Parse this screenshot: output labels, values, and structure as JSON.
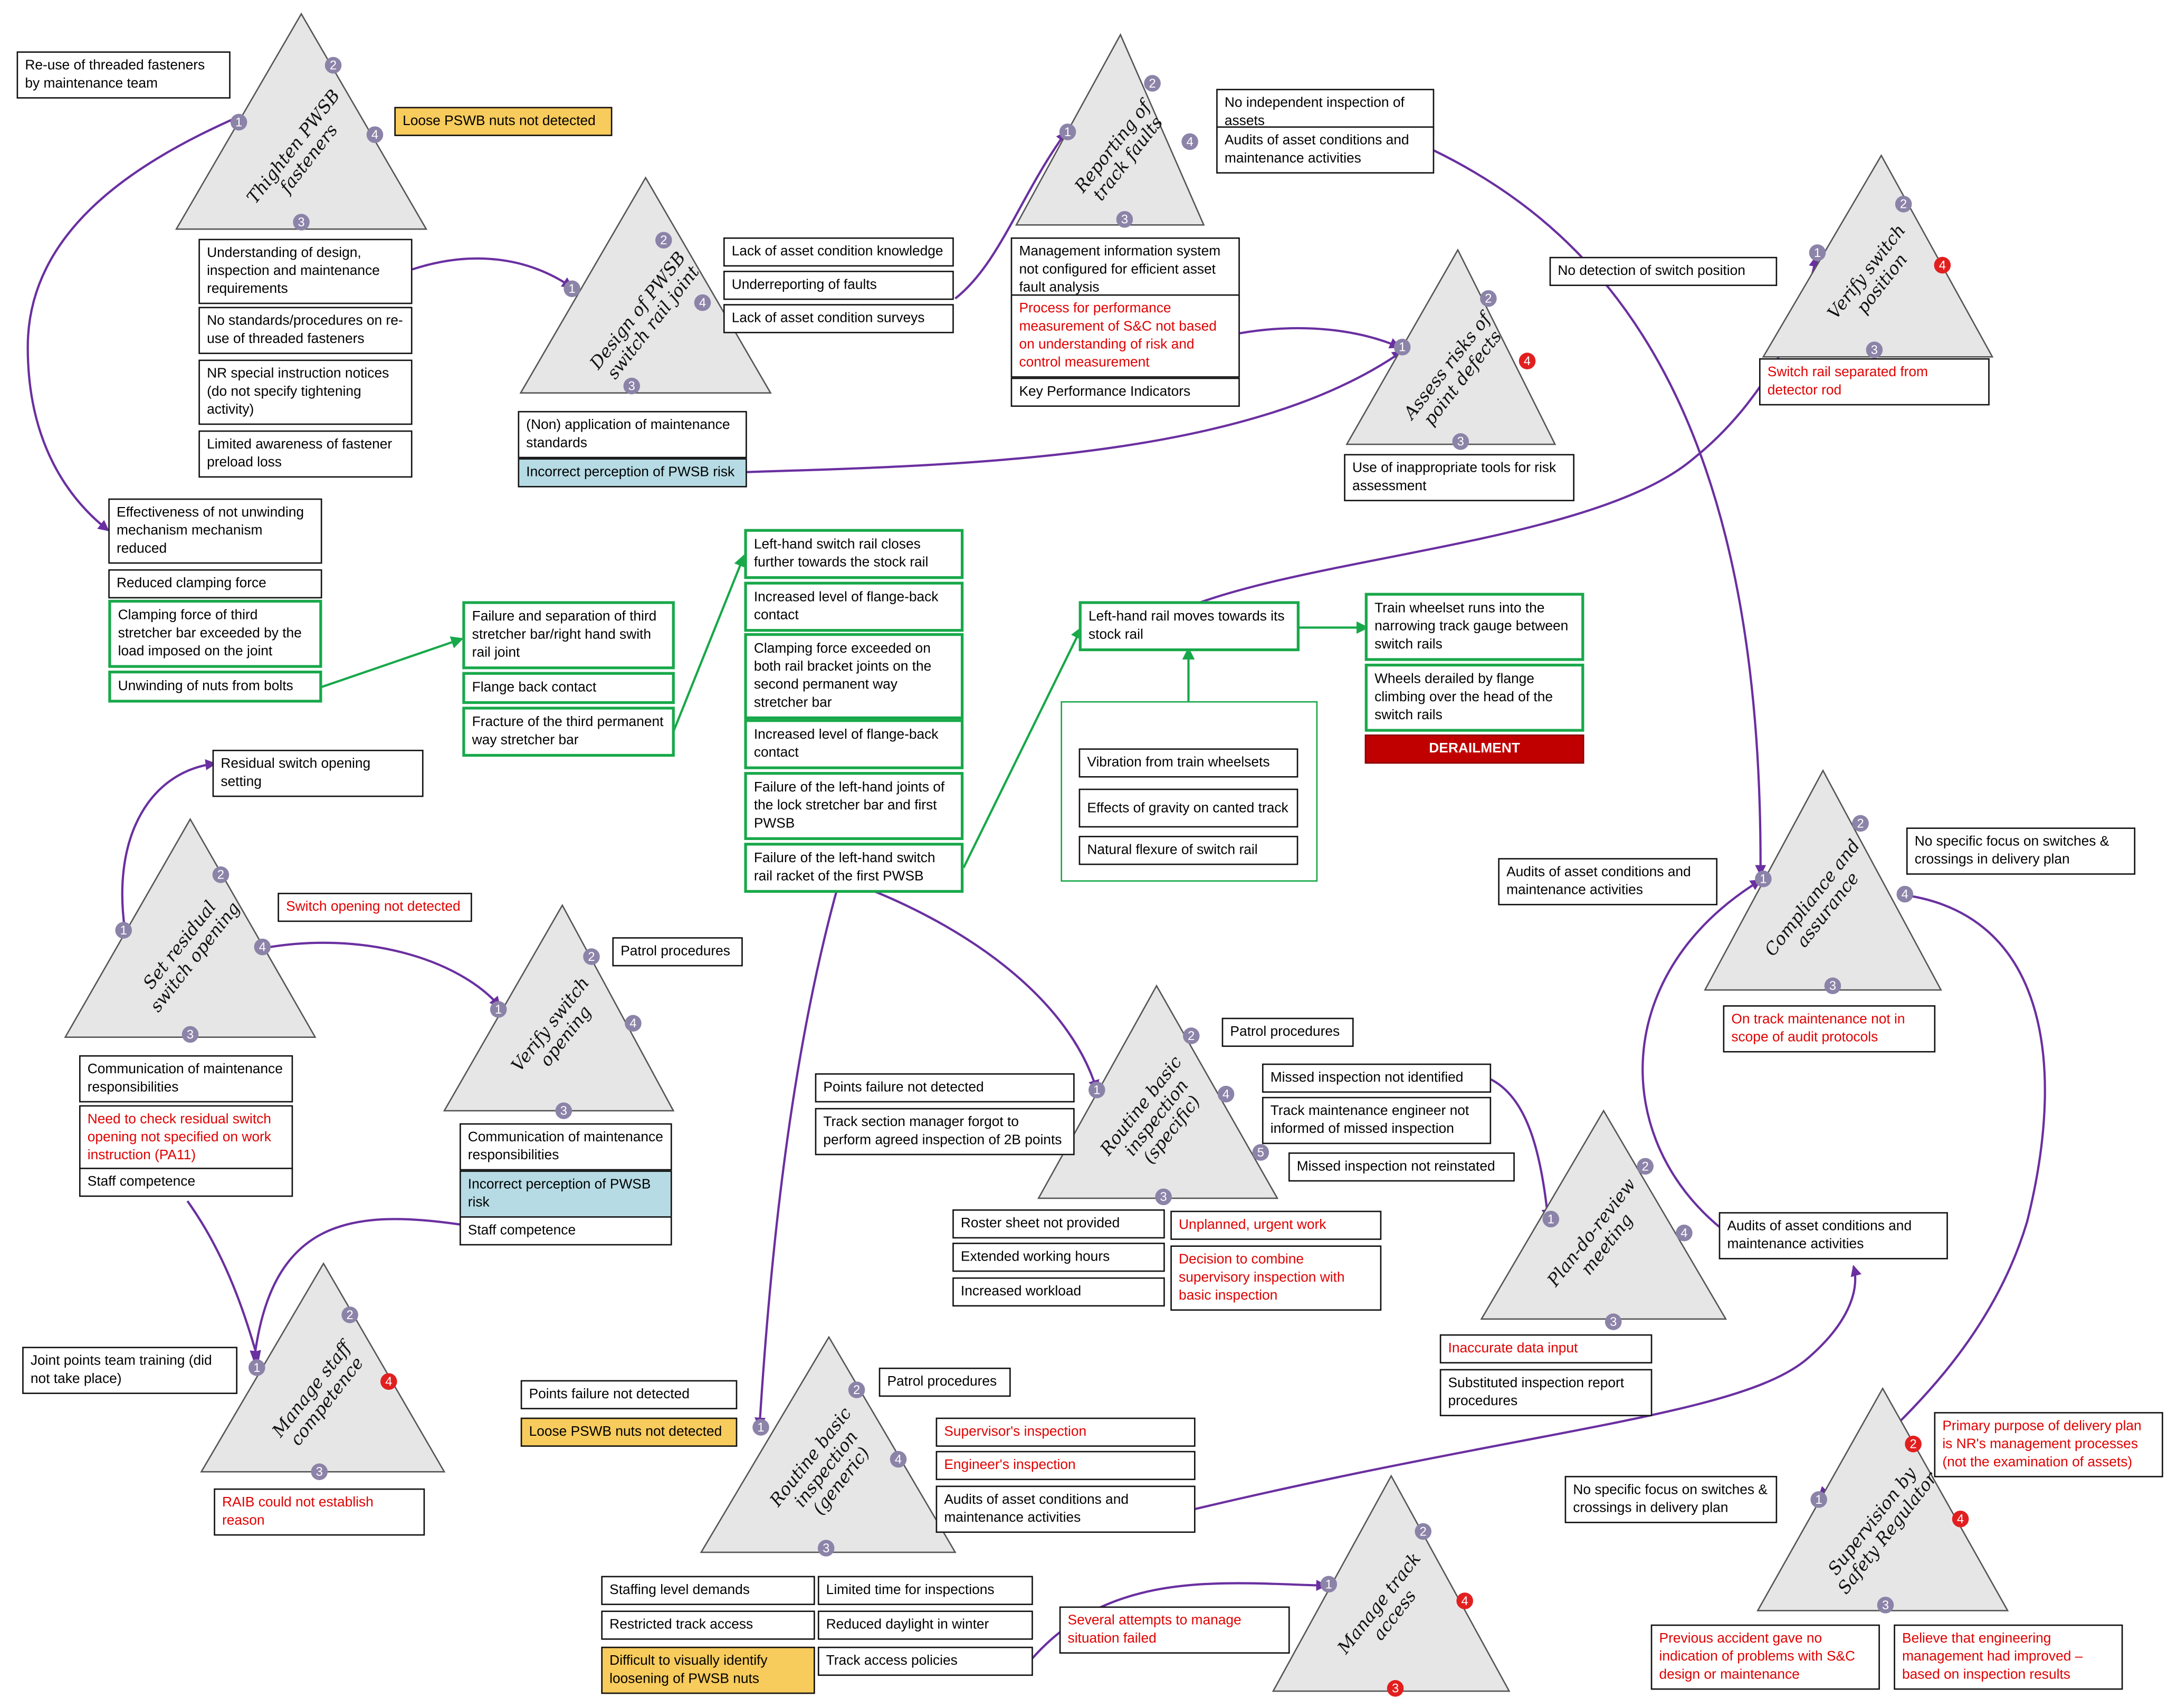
{
  "colors": {
    "text": "#000000",
    "red_text": "#e00000",
    "green_border": "#18a84a",
    "purple_arrow": "#6a2fa0",
    "green_arrow": "#18a84a",
    "yellow_fill": "#f7cb5c",
    "blue_fill": "#b6dbe4",
    "derailment_fill": "#c00000",
    "marker_grey": "#8c83a8",
    "marker_red": "#e21f1f"
  },
  "triangles": [
    {
      "id": "t_thighten",
      "title": "Thighten PWSB fasteners"
    },
    {
      "id": "t_design",
      "title": "Design of PWSB switch rail joint"
    },
    {
      "id": "t_reporting",
      "title": "Reporting of track faults"
    },
    {
      "id": "t_assess",
      "title": "Assess risks of point defects"
    },
    {
      "id": "t_verify_pos",
      "title": "Verify switch position"
    },
    {
      "id": "t_set_residual",
      "title": "Set residual switch opening"
    },
    {
      "id": "t_verify_open",
      "title": "Verify switch opening"
    },
    {
      "id": "t_manage_staff",
      "title": "Manage staff competence"
    },
    {
      "id": "t_routine_specific",
      "title": "Routine basic inspection (specific)"
    },
    {
      "id": "t_plan_review",
      "title": "Plan-do-review meeting"
    },
    {
      "id": "t_compliance",
      "title": "Compliance and assurance"
    },
    {
      "id": "t_routine_generic",
      "title": "Routine basic inspection (generic)"
    },
    {
      "id": "t_manage_access",
      "title": "Manage track access"
    },
    {
      "id": "t_supervision",
      "title": "Supervision by Safety Regulator"
    }
  ],
  "boxes": [
    {
      "id": "b1",
      "text": "Re-use of threaded fasteners by maintenance team"
    },
    {
      "id": "b2",
      "text": "Loose PSWB nuts not detected"
    },
    {
      "id": "b3",
      "text": "Understanding of design, inspection and maintenance requirements"
    },
    {
      "id": "b4",
      "text": "No standards/procedures on re-use of threaded fasteners"
    },
    {
      "id": "b5",
      "text": "NR special instruction notices (do not specify tightening activity)"
    },
    {
      "id": "b6",
      "text": "Limited awareness of fastener preload loss"
    },
    {
      "id": "b7",
      "text": "Lack of asset condition knowledge"
    },
    {
      "id": "b8",
      "text": "Underreporting of faults"
    },
    {
      "id": "b9",
      "text": "Lack of asset condition surveys"
    },
    {
      "id": "b10",
      "text": "No independent inspection of assets"
    },
    {
      "id": "b11",
      "text": "Audits of asset conditions and maintenance activities"
    },
    {
      "id": "b12",
      "text": "Management information system not configured for efficient asset fault analysis"
    },
    {
      "id": "b13",
      "text": "Process for performance measurement of S&C not based on understanding of risk and control measurement"
    },
    {
      "id": "b14",
      "text": "Key Performance Indicators"
    },
    {
      "id": "b15",
      "text": "No detection of switch position"
    },
    {
      "id": "b16",
      "text": "Switch rail separated from detector rod"
    },
    {
      "id": "b17",
      "text": "(Non) application of maintenance standards"
    },
    {
      "id": "b18",
      "text": "Incorrect perception of PWSB risk"
    },
    {
      "id": "b19",
      "text": "Use of inappropriate tools for risk assessment"
    },
    {
      "id": "b20",
      "text": "Effectiveness of not unwinding mechanism mechanism reduced"
    },
    {
      "id": "b21",
      "text": "Reduced clamping force"
    },
    {
      "id": "b22",
      "text": "Clamping force of third stretcher bar exceeded by the load imposed on the joint"
    },
    {
      "id": "b23",
      "text": "Unwinding of nuts from bolts"
    },
    {
      "id": "b24",
      "text": "Failure and separation of third stretcher bar/right hand swith rail joint"
    },
    {
      "id": "b25",
      "text": "Flange back contact"
    },
    {
      "id": "b26",
      "text": "Fracture of the third permanent way stretcher bar"
    },
    {
      "id": "b27",
      "text": "Left-hand switch rail closes further towards the stock rail"
    },
    {
      "id": "b28",
      "text": "Increased level of flange-back contact"
    },
    {
      "id": "b29",
      "text": "Clamping force exceeded on both rail  bracket joints on the second permanent way stretcher bar"
    },
    {
      "id": "b30",
      "text": "Increased level of flange-back contact"
    },
    {
      "id": "b31",
      "text": "Failure of the left-hand joints of the lock stretcher bar and first PWSB"
    },
    {
      "id": "b32",
      "text": "Failure of the left-hand switch rail racket of the first PWSB"
    },
    {
      "id": "b33",
      "text": "Left-hand rail moves towards its stock rail"
    },
    {
      "id": "b34",
      "text": "Train wheelset runs into the narrowing track gauge between switch rails"
    },
    {
      "id": "b35",
      "text": "Wheels derailed by flange climbing over the head of the switch rails"
    },
    {
      "id": "b36",
      "text": "DERAILMENT"
    },
    {
      "id": "b37",
      "text": "Vibration from train wheelsets"
    },
    {
      "id": "b38",
      "text": "Effects of gravity on canted track"
    },
    {
      "id": "b39",
      "text": "Natural flexure of switch rail"
    },
    {
      "id": "b40",
      "text": "Residual switch opening setting"
    },
    {
      "id": "b41",
      "text": "Switch opening not detected"
    },
    {
      "id": "b42",
      "text": "Patrol procedures"
    },
    {
      "id": "b43",
      "text": "Communication of maintenance responsibilities"
    },
    {
      "id": "b44",
      "text": "Need to check residual switch opening not specified on work instruction (PA11)"
    },
    {
      "id": "b45",
      "text": "Staff competence"
    },
    {
      "id": "b46",
      "text": "Communication of maintenance responsibilities"
    },
    {
      "id": "b47",
      "text": "Incorrect perception of PWSB risk"
    },
    {
      "id": "b48",
      "text": "Staff competence"
    },
    {
      "id": "b49",
      "text": "Joint points team training (did not take place)"
    },
    {
      "id": "b50",
      "text": "RAIB could not establish reason"
    },
    {
      "id": "b51",
      "text": "Audits of asset conditions and maintenance activities"
    },
    {
      "id": "b52",
      "text": "No specific focus on switches & crossings in delivery plan"
    },
    {
      "id": "b53",
      "text": "On track maintenance not in scope of audit protocols"
    },
    {
      "id": "b54",
      "text": "Patrol procedures"
    },
    {
      "id": "b55",
      "text": "Points failure not detected"
    },
    {
      "id": "b56",
      "text": "Track section manager forgot to perform agreed inspection of 2B points"
    },
    {
      "id": "b57",
      "text": "Missed inspection not identified"
    },
    {
      "id": "b58",
      "text": "Track maintenance engineer not informed of missed inspection"
    },
    {
      "id": "b59",
      "text": "Missed inspection not reinstated"
    },
    {
      "id": "b60",
      "text": "Roster sheet not provided"
    },
    {
      "id": "b61",
      "text": "Extended working hours"
    },
    {
      "id": "b62",
      "text": "Increased workload"
    },
    {
      "id": "b63",
      "text": "Unplanned, urgent work"
    },
    {
      "id": "b64",
      "text": "Decision to combine supervisory inspection with basic inspection"
    },
    {
      "id": "b65",
      "text": "Audits of asset conditions and maintenance activities"
    },
    {
      "id": "b66",
      "text": "Inaccurate data input"
    },
    {
      "id": "b67",
      "text": "Substituted inspection report procedures"
    },
    {
      "id": "b68",
      "text": "Points failure not detected"
    },
    {
      "id": "b69",
      "text": "Loose PSWB nuts not detected"
    },
    {
      "id": "b70",
      "text": "Patrol procedures"
    },
    {
      "id": "b71",
      "text": "Supervisor's inspection"
    },
    {
      "id": "b72",
      "text": "Engineer's inspection"
    },
    {
      "id": "b73",
      "text": "Audits of asset conditions and maintenance activities"
    },
    {
      "id": "b74",
      "text": "Staffing level demands"
    },
    {
      "id": "b75",
      "text": "Restricted track access"
    },
    {
      "id": "b76",
      "text": "Difficult to visually identify loosening of PWSB nuts"
    },
    {
      "id": "b77",
      "text": "Limited time for inspections"
    },
    {
      "id": "b78",
      "text": "Reduced daylight in winter"
    },
    {
      "id": "b79",
      "text": "Track access policies"
    },
    {
      "id": "b80",
      "text": "Several attempts to manage situation failed"
    },
    {
      "id": "b81",
      "text": "No specific focus on switches & crossings in delivery plan"
    },
    {
      "id": "b82",
      "text": "Primary purpose of delivery plan is NR's management processes (not the examination of assets)"
    },
    {
      "id": "b83",
      "text": "Previous accident gave no indication of problems with S&C design or maintenance"
    },
    {
      "id": "b84",
      "text": "Believe that engineering management had improved – based on inspection results"
    }
  ]
}
